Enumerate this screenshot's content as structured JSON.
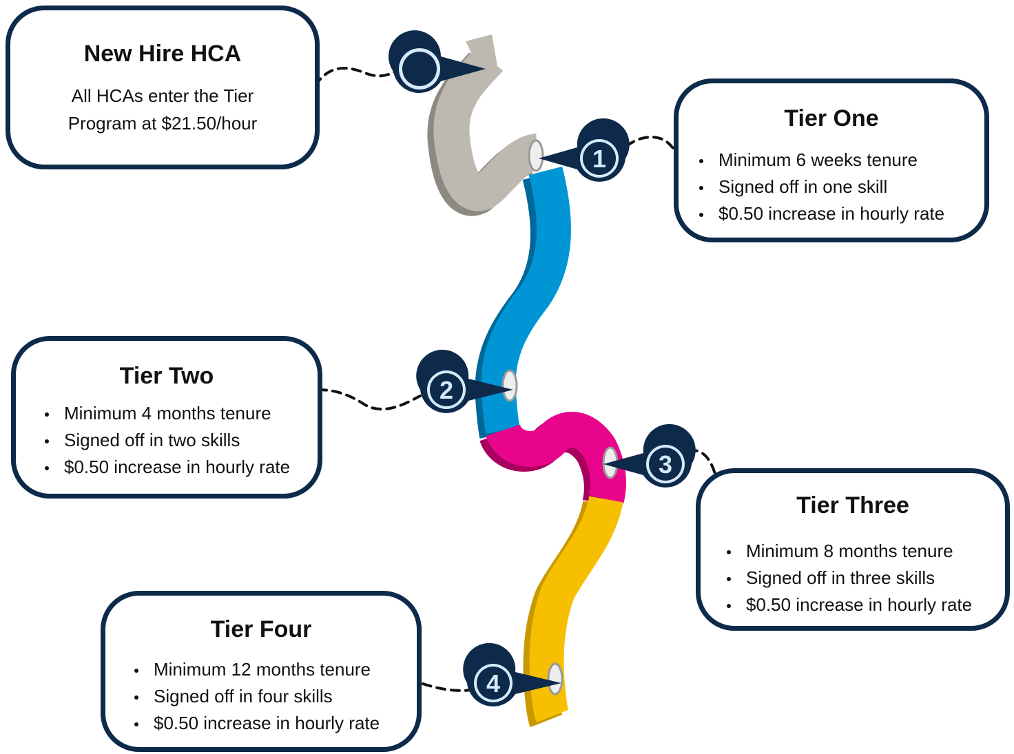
{
  "colors": {
    "navy": "#0d2a4a",
    "start_segment": "#bdb9b1",
    "tier_one_segment": "#0096d6",
    "tier_two_segment": "#e8058c",
    "tier_three_segment": "#f6c000"
  },
  "stages": [
    {
      "title": "New Hire HCA",
      "description": [
        "All HCAs enter the Tier",
        "Program at $21.50/hour"
      ]
    },
    {
      "badge": "1",
      "title": "Tier One",
      "bullets": [
        "Minimum 6 weeks tenure",
        "Signed off in one skill",
        "$0.50 increase in hourly rate"
      ]
    },
    {
      "badge": "2",
      "title": "Tier Two",
      "bullets": [
        "Minimum 4 months tenure",
        "Signed off in two skills",
        "$0.50 increase in hourly rate"
      ]
    },
    {
      "badge": "3",
      "title": "Tier Three",
      "bullets": [
        "Minimum 8 months tenure",
        "Signed off in three skills",
        "$0.50 increase in hourly rate"
      ]
    },
    {
      "badge": "4",
      "title": "Tier Four",
      "bullets": [
        "Minimum 12 months tenure",
        "Signed off in four skills",
        "$0.50 increase in hourly rate"
      ]
    }
  ]
}
